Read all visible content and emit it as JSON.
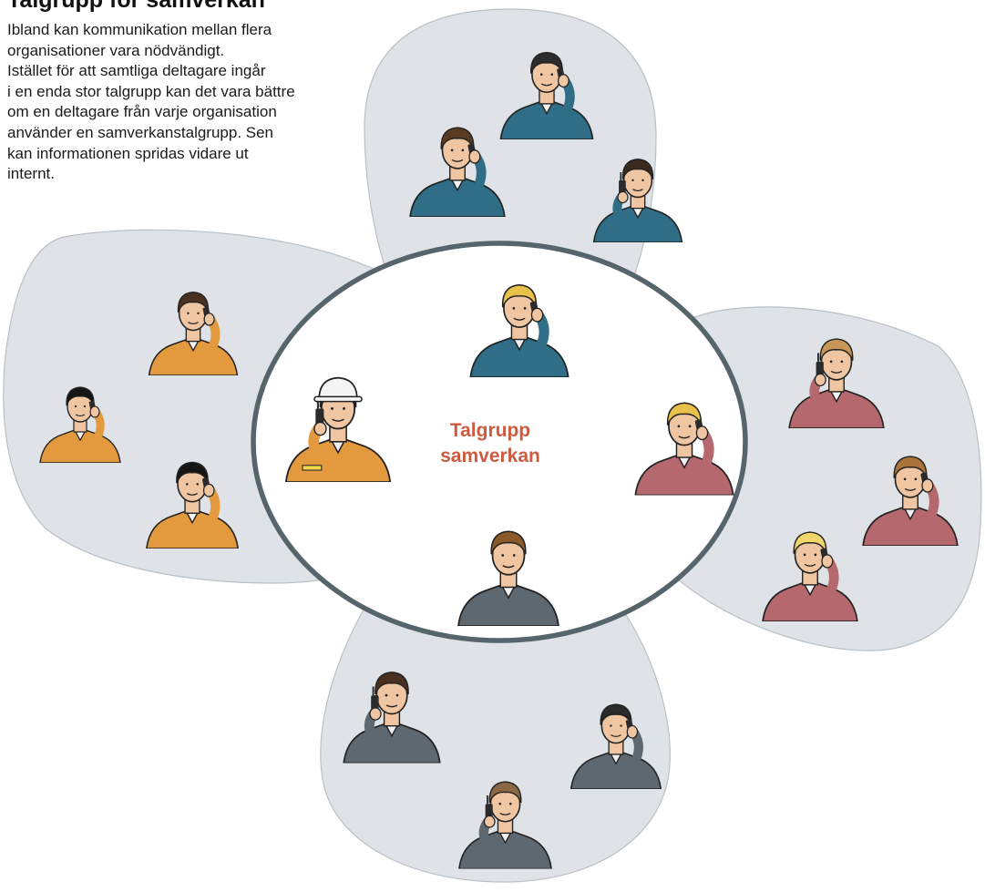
{
  "title": "Talgrupp för samverkan",
  "intro_lines": [
    "Ibland kan kommunikation mellan flera",
    "organisationer vara nödvändigt.",
    "Istället för att samtliga deltagare ingår",
    "i en enda stor talgrupp kan det vara bättre",
    "om en deltagare från varje organisation",
    "använder en samverkanstalgrupp. Sen",
    "kan informationen spridas vidare ut",
    "internt."
  ],
  "center_label": {
    "line1": "Talgrupp",
    "line2": "samverkan"
  },
  "colors": {
    "blob_fill": "#dfe3e7",
    "blob_stroke": "#b8c0c7",
    "ellipse_stroke": "#56646c",
    "label_color": "#cc5b3f",
    "org_top": "#2f6e86",
    "org_left": "#e39a3f",
    "org_right": "#b5696e",
    "org_bottom": "#5e6870"
  },
  "groups": [
    {
      "name": "organisation-top",
      "people": [
        "person-phone",
        "person-phone",
        "person-radio",
        "person-representative"
      ]
    },
    {
      "name": "organisation-left",
      "people": [
        "person-phone",
        "person-phone",
        "person-phone",
        "person-representative-helmet"
      ]
    },
    {
      "name": "organisation-right",
      "people": [
        "person-radio",
        "person-phone",
        "person-phone",
        "person-representative"
      ]
    },
    {
      "name": "organisation-bottom",
      "people": [
        "person-radio",
        "person-phone",
        "person-radio",
        "person-representative"
      ]
    }
  ]
}
